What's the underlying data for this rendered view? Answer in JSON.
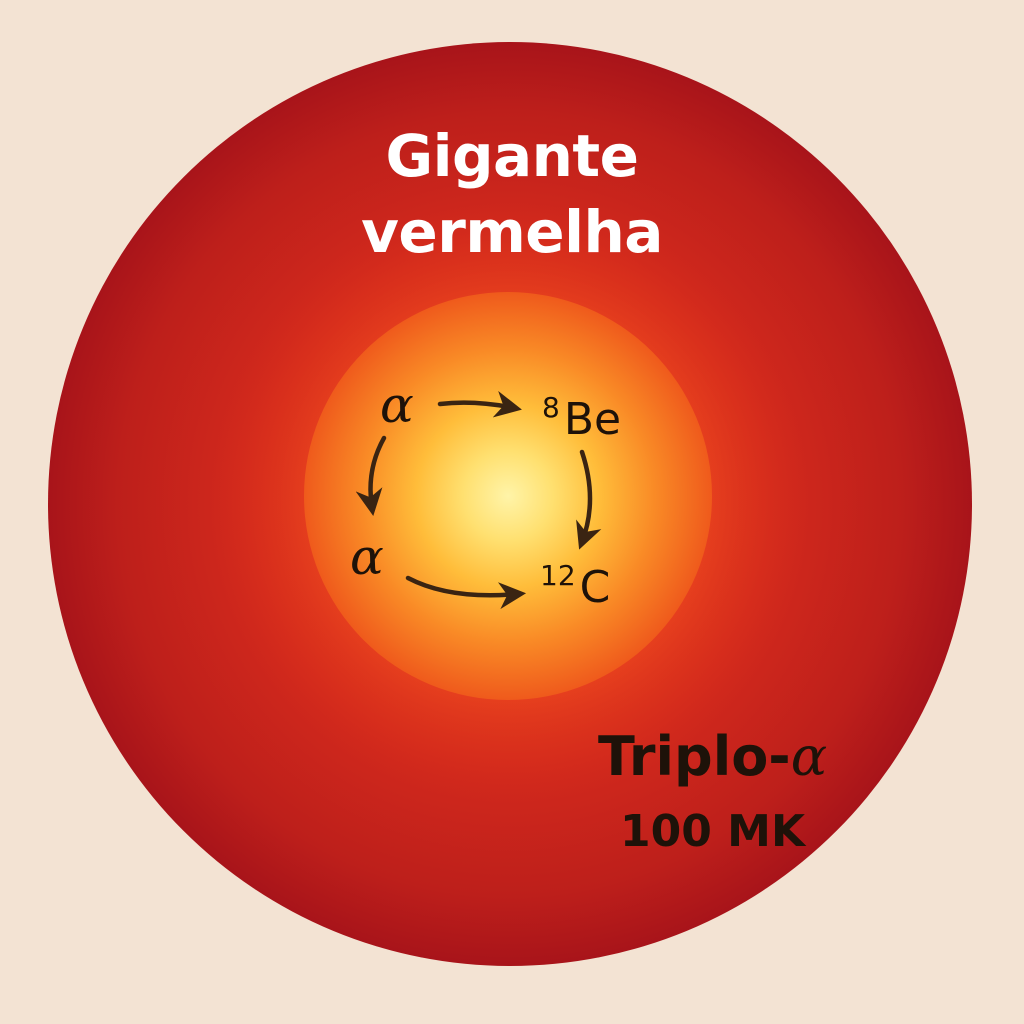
{
  "star": {
    "title_line1": "Gigante",
    "title_line2": "vermelha"
  },
  "reaction": {
    "alpha_top": "α",
    "alpha_left": "α",
    "be8": {
      "mass": "8",
      "symbol": "Be"
    },
    "c12": {
      "mass": "12",
      "symbol": "C"
    }
  },
  "process": {
    "name_prefix": "Triplo-",
    "name_greek": "α",
    "temperature": "100 MK"
  },
  "colors": {
    "background": "#f3e3d3",
    "star_outer": "#a8141a",
    "star_mid": "#d42a1c",
    "core_outer": "#ef5a1c",
    "core_center": "#fff4a8",
    "arrow": "#3a2412",
    "label_dark": "#1e1209",
    "title_white": "#ffffff"
  }
}
